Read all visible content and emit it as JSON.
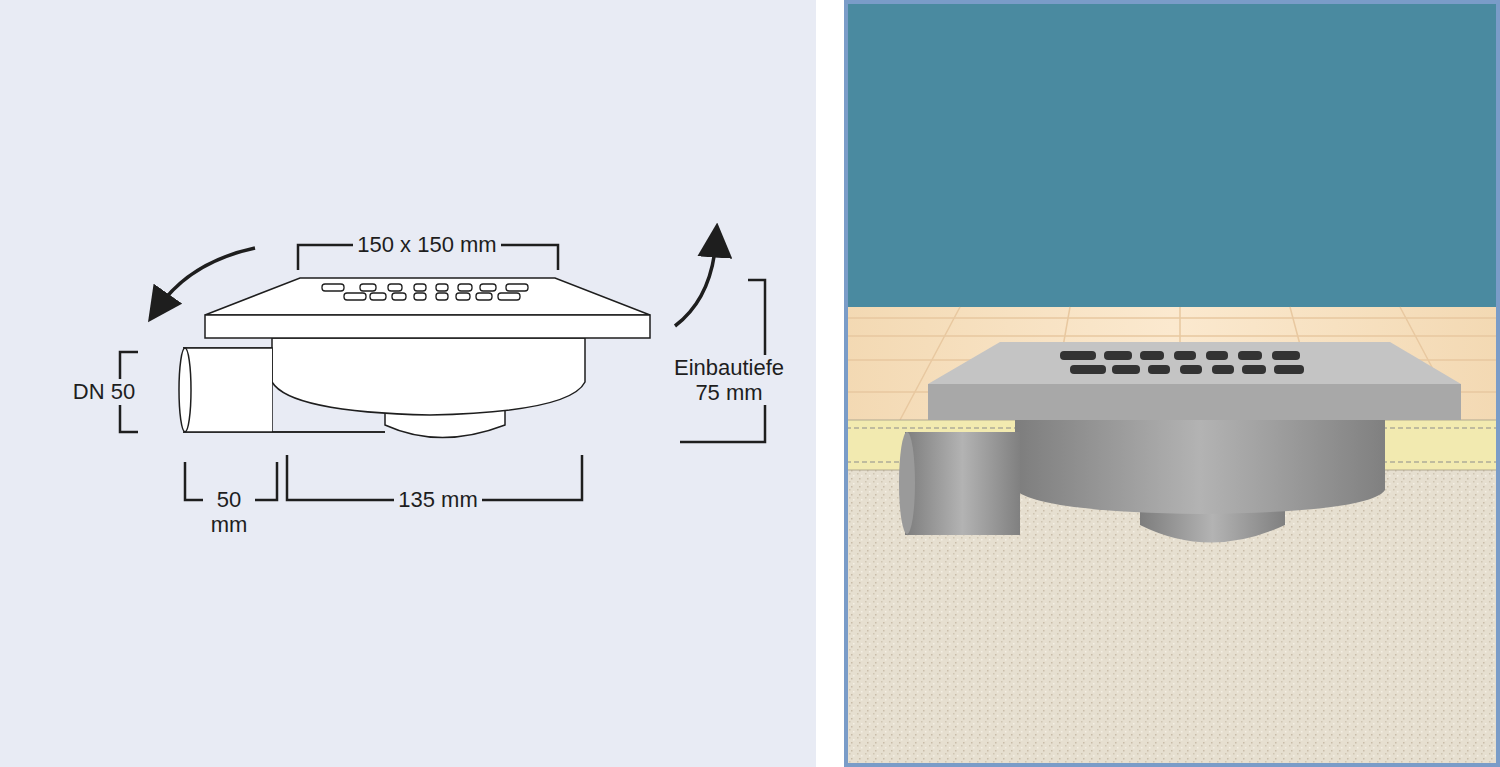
{
  "diagram": {
    "labels": [
      "150 x 150 mm",
      "DN 50",
      "50 mm",
      "135 mm",
      "Einbautiefe 75 mm"
    ]
  }
}
